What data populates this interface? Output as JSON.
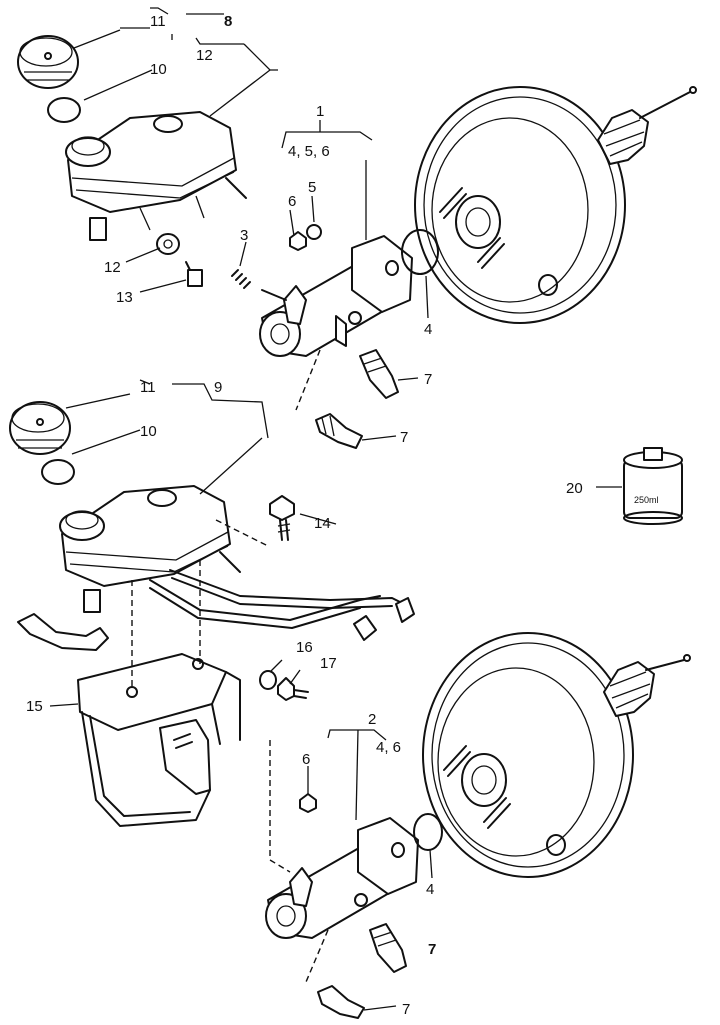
{
  "callouts": {
    "n1": "1",
    "n2": "2",
    "n3": "3",
    "n4a": "4",
    "n4b": "4",
    "n5": "5",
    "n6a": "6",
    "n6b": "6",
    "n7a": "7",
    "n7b": "7",
    "n7c": "7",
    "n7d": "7",
    "n8": "8",
    "n9": "9",
    "n10a": "10",
    "n10b": "10",
    "n11a": "11",
    "n11b": "11",
    "n12a": "12",
    "n12b": "12",
    "n13": "13",
    "n14": "14",
    "n15": "15",
    "n16": "16",
    "n17": "17",
    "n20": "20",
    "g456": "4, 5, 6",
    "g46": "4, 6"
  },
  "can_label": "250ml"
}
